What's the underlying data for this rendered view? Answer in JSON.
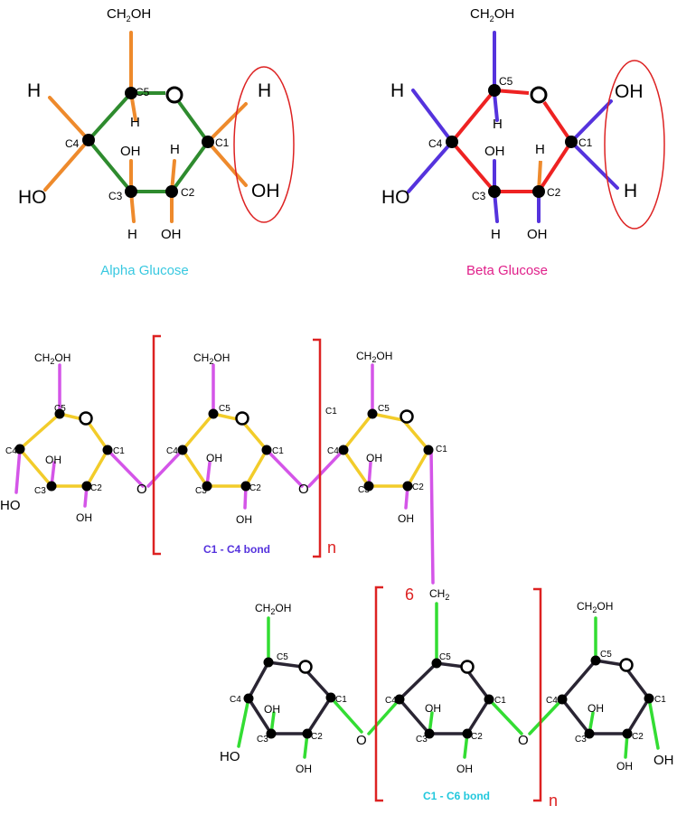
{
  "alpha": {
    "caption": "Alpha Glucose",
    "ch2oh": "CH",
    "ch2oh_sub": "2",
    "ch2oh_end": "OH",
    "c5": "C5",
    "ring_o": "O",
    "h_left": "H",
    "h_c5": "H",
    "ho_left": "HO",
    "c4": "C4",
    "c3": "C3",
    "c2": "C2",
    "c1": "C1",
    "oh_c3": "OH",
    "h_c2": "H",
    "h_c3": "H",
    "oh_c2": "OH",
    "h_c1": "H",
    "oh_c1": "OH"
  },
  "beta": {
    "caption": "Beta Glucose",
    "ch2oh": "CH",
    "ch2oh_sub": "2",
    "ch2oh_end": "OH",
    "c5": "C5",
    "ring_o": "O",
    "h_left": "H",
    "h_c5": "H",
    "ho_left": "HO",
    "c4": "C4",
    "c3": "C3",
    "c2": "C2",
    "c1": "C1",
    "oh_c3": "OH",
    "h_c2": "H",
    "h_c3": "H",
    "oh_c2": "OH",
    "oh_c1": "OH",
    "h_c1": "H"
  },
  "chain1": {
    "bond_label": "C1 - C4 bond",
    "n": "n",
    "c1_free": "C1",
    "ring_labels": {
      "c5": "C5",
      "c4": "C4",
      "c3": "C3",
      "c2": "C2",
      "c1": "C1",
      "o": "O",
      "oh": "OH",
      "ch2oh": "CH",
      "sub": "2",
      "ch2oh_end": "OH"
    },
    "ho": "HO",
    "link_o": "O"
  },
  "chain2": {
    "bond_label": "C1 - C6 bond",
    "n": "n",
    "six": "6",
    "ch2": "CH",
    "ch2_sub": "2",
    "ring_labels": {
      "c5": "C5",
      "c4": "C4",
      "c3": "C3",
      "c2": "C2",
      "c1": "C1",
      "o": "O",
      "oh": "OH",
      "ch2oh": "CH",
      "sub": "2",
      "ch2oh_end": "OH"
    },
    "ho": "HO",
    "oh_end": "OH",
    "link_o": "O"
  },
  "colors": {
    "alpha_ring": "#2e8b2e",
    "alpha_sub": "#ee8a2c",
    "alpha_caption": "#38c8e0",
    "beta_ring": "#ee2222",
    "beta_sub": "#5533dd",
    "beta_caption": "#e0208a",
    "chain1_ring": "#f2cc2a",
    "chain1_sub": "#d455e8",
    "chain1_label": "#5533dd",
    "chain2_ring": "#2a2533",
    "chain2_sub": "#33dd33",
    "chain2_label": "#22c8dd",
    "bracket": "#dd2222",
    "circle": "#dd2222"
  }
}
